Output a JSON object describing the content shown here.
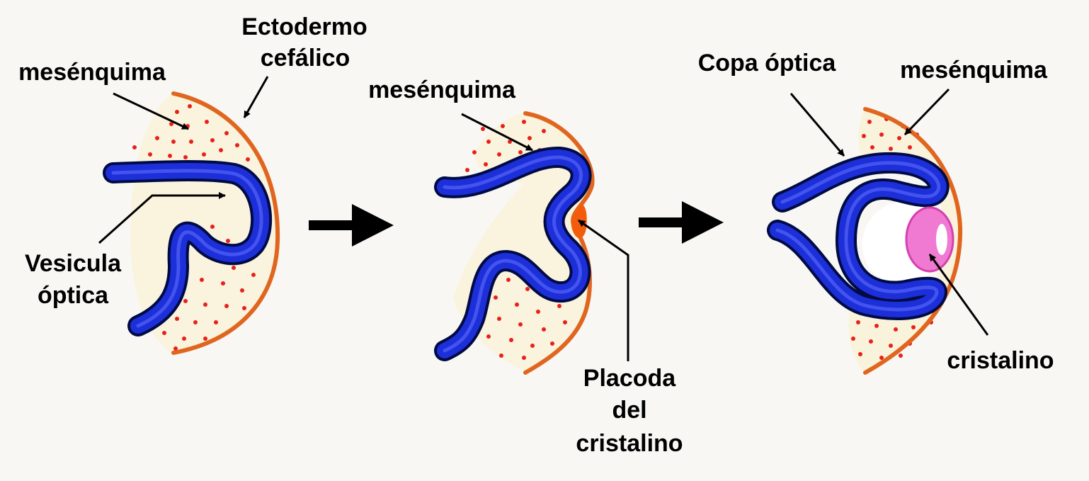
{
  "labels": {
    "mesenquima_1": "mesénquima",
    "ectodermo_1": "Ectodermo",
    "ectodermo_2": "cefálico",
    "vesicula_1": "Vesicula",
    "vesicula_2": "óptica",
    "mesenquima_2": "mesénquima",
    "placoda_1": "Placoda",
    "placoda_2": "del",
    "placoda_3": "cristalino",
    "copa_optica": "Copa óptica",
    "mesenquima_3": "mesénquima",
    "cristalino": "cristalino"
  },
  "colors": {
    "background": "#f8f7f4",
    "ectoderm": "#e0661f",
    "placode": "#f25c0a",
    "mesenchyme_fill": "#fbf0cc",
    "mesenchyme_dots": "#e8201a",
    "neural_tube_outer": "#000b44",
    "neural_tube": "#1c2fd8",
    "neural_tube_highlight": "#5d6dff",
    "lens": "#f07ad2",
    "lens_inner": "#ffffff",
    "arrows": "#000000"
  }
}
